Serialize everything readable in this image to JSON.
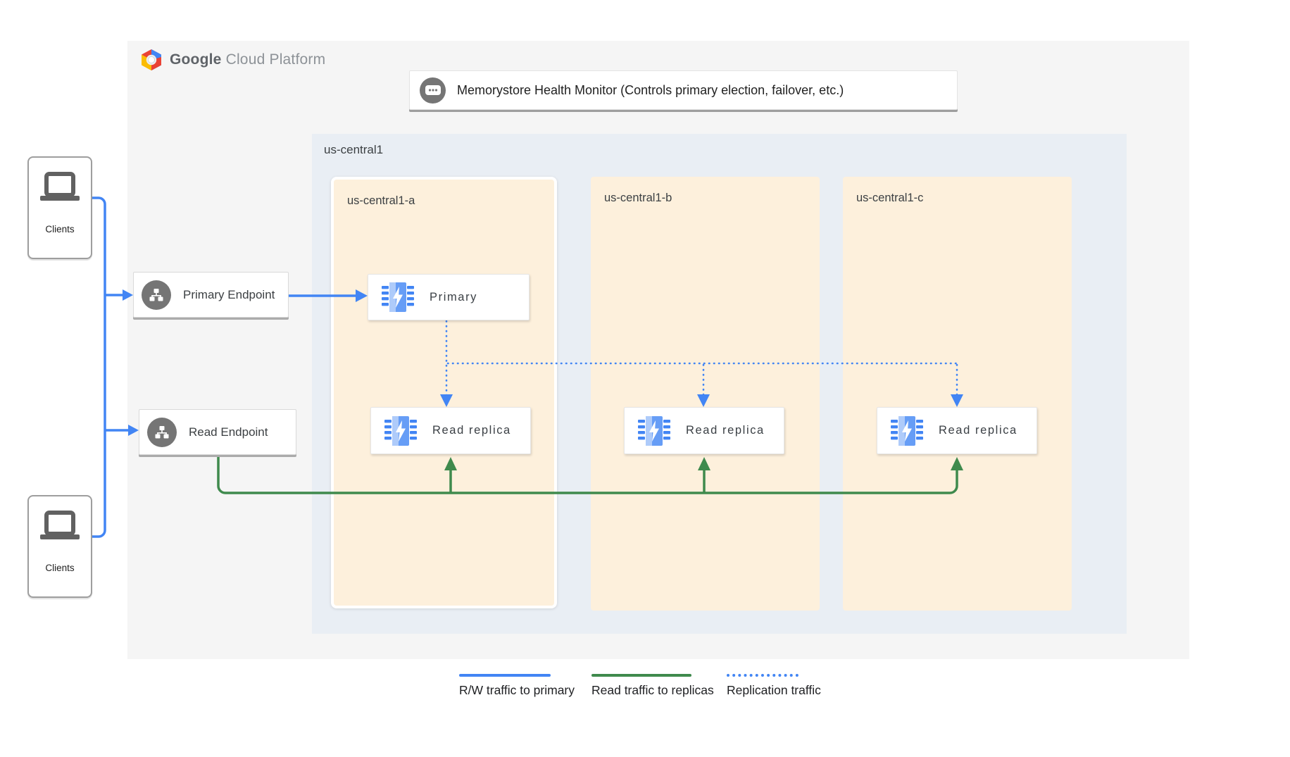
{
  "header": {
    "logo_primary": "Google",
    "logo_secondary": "Cloud Platform"
  },
  "monitor": {
    "label": "Memorystore Health Monitor (Controls primary election, failover, etc.)"
  },
  "region": {
    "label": "us-central1",
    "zones": [
      {
        "label": "us-central1-a"
      },
      {
        "label": "us-central1-b"
      },
      {
        "label": "us-central1-c"
      }
    ]
  },
  "nodes": {
    "primary_endpoint": "Primary Endpoint",
    "read_endpoint": "Read Endpoint",
    "primary": "Primary",
    "read_replica": "Read replica"
  },
  "clients": {
    "top_label": "Clients",
    "bottom_label": "Clients"
  },
  "legend": {
    "items": [
      {
        "label": "R/W traffic to primary",
        "style": "solid",
        "color": "#4285f4"
      },
      {
        "label": "Read traffic to replicas",
        "style": "solid",
        "color": "#3f8a4d"
      },
      {
        "label": "Replication traffic",
        "style": "dotted",
        "color": "#4285f4"
      }
    ]
  },
  "colors": {
    "rw_traffic_blue": "#4285f4",
    "read_traffic_green": "#3f8a4d",
    "replication_blue": "#4285f4",
    "zone_background": "#fdf0dc",
    "region_background": "#e9eef4",
    "panel_background": "#f5f5f5",
    "icon_gray": "#757575"
  }
}
